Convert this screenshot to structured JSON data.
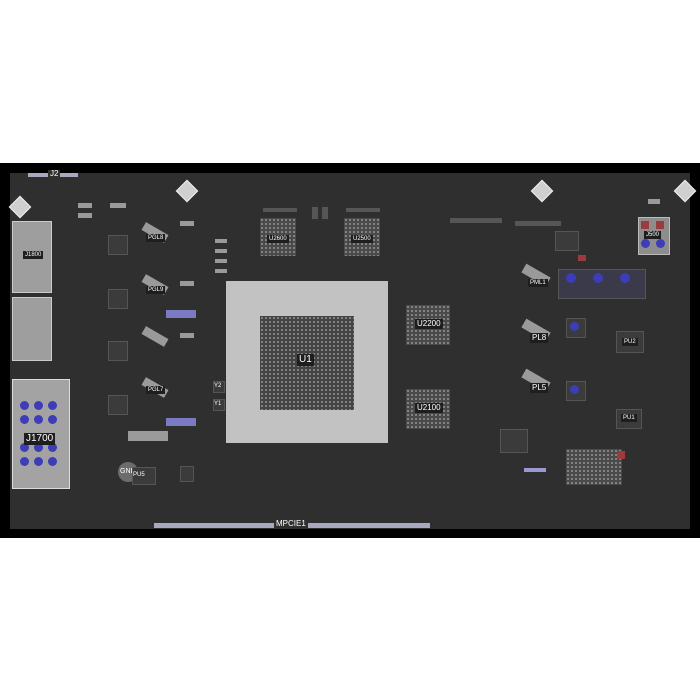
{
  "board": {
    "labels": {
      "j2": "J2",
      "j1800": "J1800",
      "j1700": "J1700",
      "pgl8": "PGL8",
      "pgl9": "PGL9",
      "pgl7": "PGL7",
      "pu5": "PU5",
      "gnd": "GND",
      "u2600": "U2600",
      "u2500": "U2500",
      "u1": "U1",
      "y2": "Y2",
      "y1": "Y1",
      "u2200": "U2200",
      "u2100": "U2100",
      "pml1": "PML1",
      "pl8": "PL8",
      "pl5": "PL5",
      "pu2": "PU2",
      "pu1": "PU1",
      "j500": "J500",
      "mpcie1": "MPCIE1"
    },
    "colors": {
      "background": "#000000",
      "board": "#2f2f2f",
      "soc_outline": "#c2c2c2",
      "via_blue": "#3d3db8",
      "pad_red": "#9b3b3b"
    }
  }
}
